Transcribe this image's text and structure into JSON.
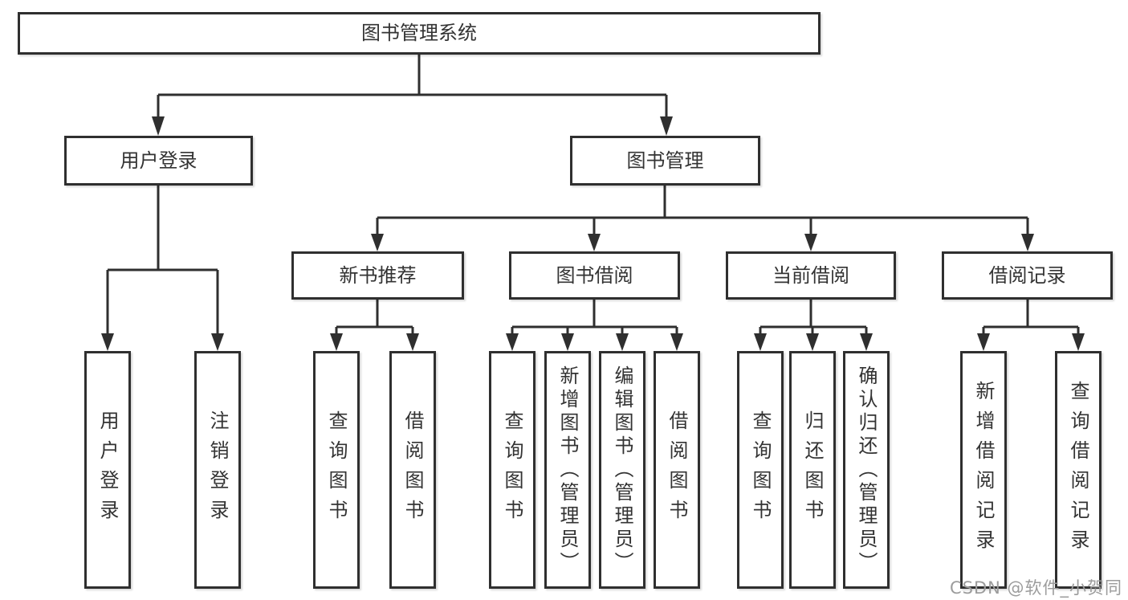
{
  "diagram": {
    "root": {
      "label": "图书管理系统",
      "children": [
        {
          "label": "用户登录",
          "children": [
            {
              "label": "用户登录"
            },
            {
              "label": "注销登录"
            }
          ]
        },
        {
          "label": "图书管理",
          "children": [
            {
              "label": "新书推荐",
              "children": [
                {
                  "label": "查询图书"
                },
                {
                  "label": "借阅图书"
                }
              ]
            },
            {
              "label": "图书借阅",
              "children": [
                {
                  "label": "查询图书"
                },
                {
                  "label": "新增图书（管理员）"
                },
                {
                  "label": "编辑图书（管理员）"
                },
                {
                  "label": "借阅图书"
                }
              ]
            },
            {
              "label": "当前借阅",
              "children": [
                {
                  "label": "查询图书"
                },
                {
                  "label": "归还图书"
                },
                {
                  "label": "确认归还（管理员）"
                }
              ]
            },
            {
              "label": "借阅记录",
              "children": [
                {
                  "label": "新增借阅记录"
                },
                {
                  "label": "查询借阅记录"
                }
              ]
            }
          ]
        }
      ]
    }
  },
  "watermark": {
    "text": "CSDN @软件_小贺同学"
  },
  "colors": {
    "line": "#2f2f2f",
    "text": "#333333",
    "watermark_gray": "#9c9c9c",
    "background": "#ffffff"
  }
}
